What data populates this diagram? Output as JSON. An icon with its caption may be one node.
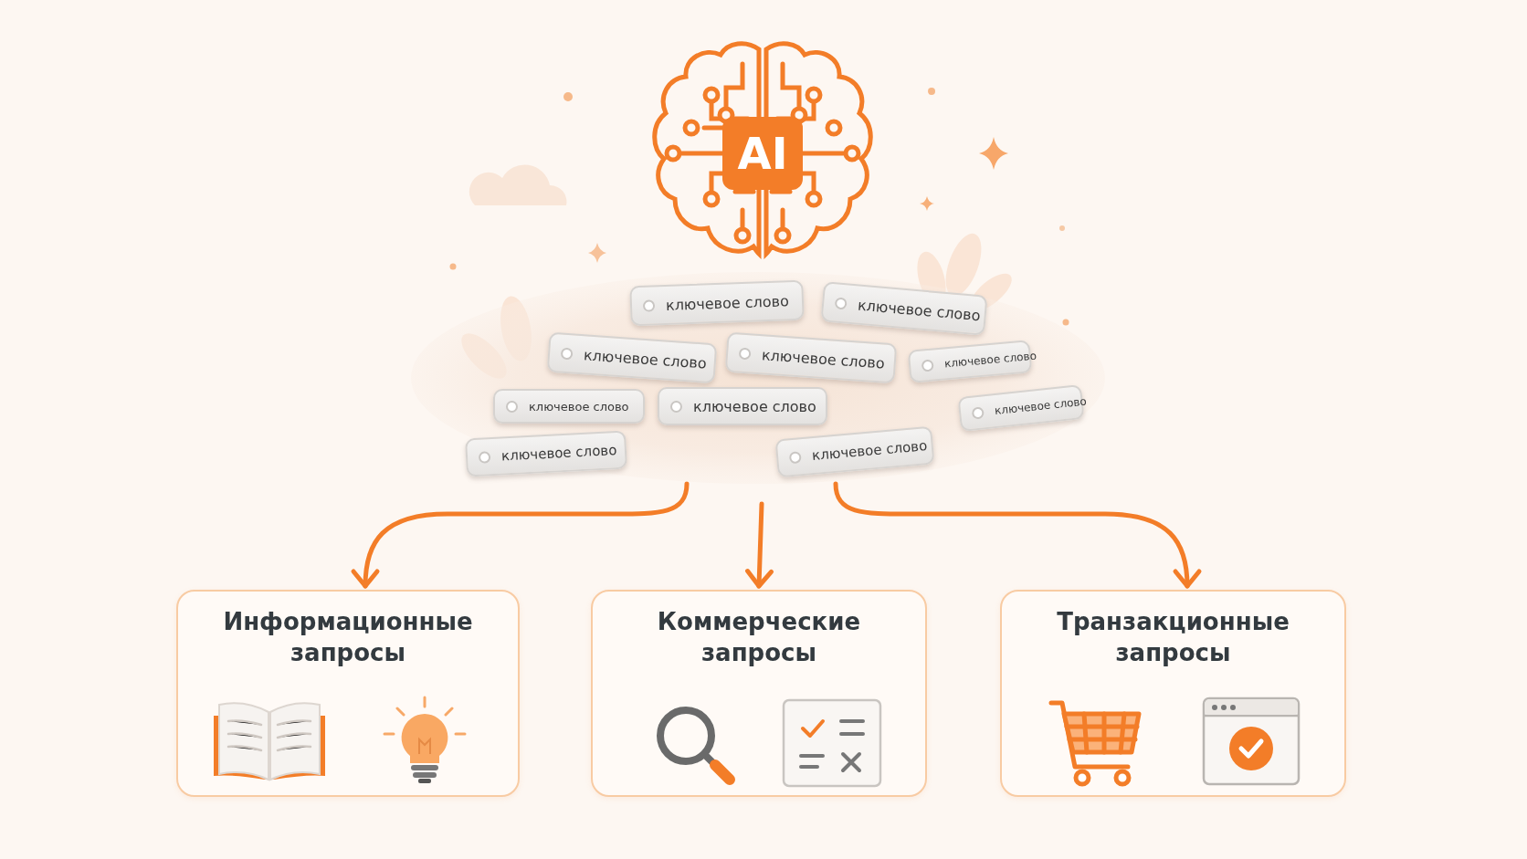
{
  "diagram": {
    "nodes": [
      {
        "text": [
          "AI"
        ]
      },
      {
        "text": [],
        "shape": "picture"
      },
      {
        "text": [
          "ключевое слово"
        ],
        "in": 1
      },
      {
        "text": [
          "ключевое слово"
        ],
        "in": 1
      },
      {
        "text": [
          "ключевое слово"
        ],
        "in": 1
      },
      {
        "text": [
          "ключевое слово"
        ],
        "in": 1
      },
      {
        "text": [
          "ключевое слово"
        ],
        "in": 1
      },
      {
        "text": [
          "ключевое слово"
        ],
        "in": 1
      },
      {
        "text": [
          "ключевое слово"
        ],
        "in": 1
      },
      {
        "text": [
          "ключевое слово"
        ],
        "in": 1
      },
      {
        "text": [
          "ключевое слово"
        ],
        "in": 1
      },
      {
        "text": [
          "ключевое слово"
        ],
        "in": 1
      },
      {
        "text": [
          "Информационные запросы"
        ]
      },
      {
        "text": [
          "Коммерческие запросы"
        ]
      },
      {
        "text": [
          "Транзакционные запросы"
        ]
      }
    ],
    "edges": [
      {
        "from": 1,
        "to": 12,
        "arrow": "to"
      },
      {
        "from": 1,
        "to": 13,
        "arrow": "to"
      },
      {
        "from": 1,
        "to": 14,
        "arrow": "to"
      }
    ]
  }
}
